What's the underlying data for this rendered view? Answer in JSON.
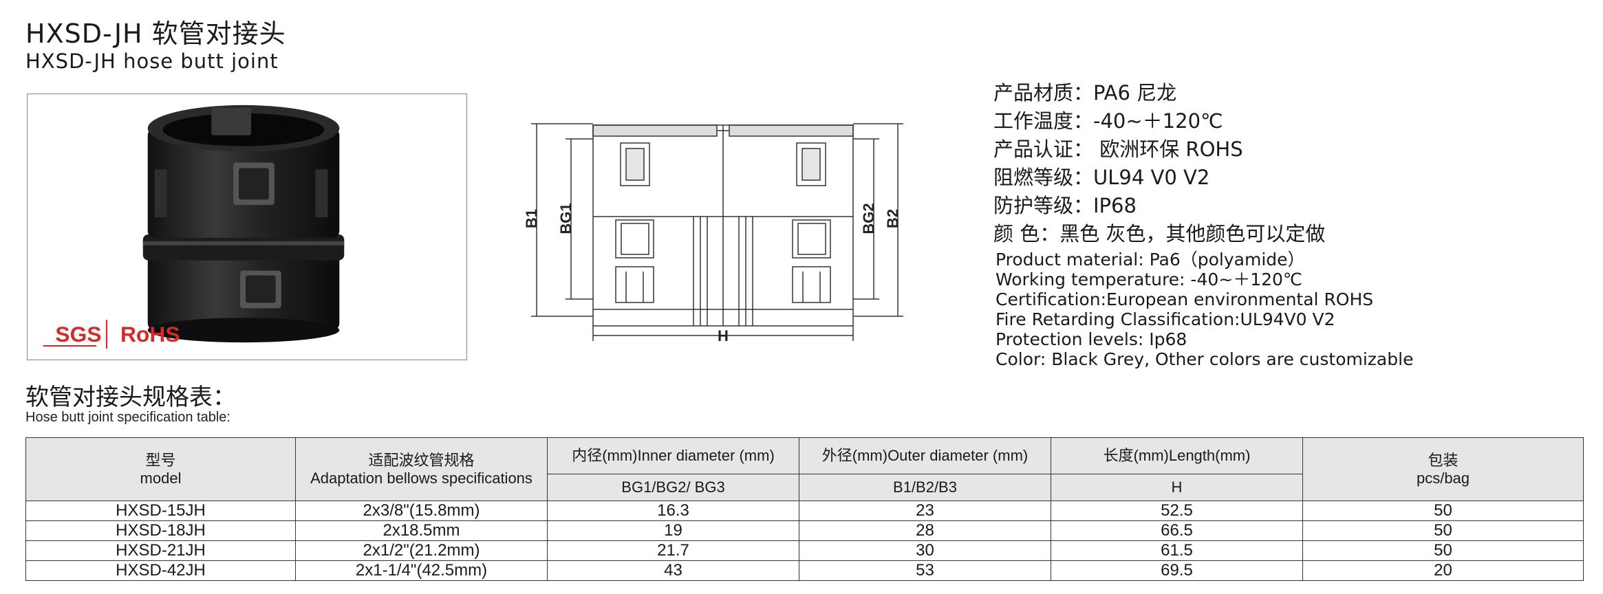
{
  "title": {
    "cn": "HXSD-JH 软管对接头",
    "en": "HXSD-JH hose butt joint"
  },
  "photo": {
    "badge_sgs": "SGS",
    "badge_rohs": "RoHS"
  },
  "drawing": {
    "labels": {
      "b1": "B1",
      "bg1": "BG1",
      "bg2": "BG2",
      "b2": "B2",
      "h": "H"
    }
  },
  "specs_cn": [
    "产品材质：PA6 尼龙",
    "工作温度：-40~＋120℃",
    "产品认证： 欧洲环保 ROHS",
    "阻燃等级：UL94 V0 V2",
    "防护等级：IP68",
    "颜 色：黑色 灰色，其他颜色可以定做"
  ],
  "specs_en": [
    "Product material: Pa6（polyamide）",
    "Working temperature: -40~＋120℃",
    "Certification:European environmental ROHS",
    "Fire Retarding Classification:UL94V0 V2",
    "Protection levels: Ip68",
    "Color: Black Grey, Other colors are customizable"
  ],
  "table": {
    "title_cn": "软管对接头规格表：",
    "title_en": "Hose butt joint specification table:",
    "headers": {
      "model_cn": "型号",
      "model_en": "model",
      "adapt_cn": "适配波纹管规格",
      "adapt_en": "Adaptation bellows specifications",
      "inner": "内径(mm)Inner diameter (mm)",
      "inner_sub": "BG1/BG2/ BG3",
      "outer": "外径(mm)Outer diameter (mm)",
      "outer_sub": "B1/B2/B3",
      "length": "长度(mm)Length(mm)",
      "length_sub": "H",
      "pack_cn": "包装",
      "pack_en": "pcs/bag"
    },
    "rows": [
      {
        "model": "HXSD-15JH",
        "adapt": "2x3/8\"(15.8mm)",
        "inner": "16.3",
        "outer": "23",
        "length": "52.5",
        "pack": "50"
      },
      {
        "model": "HXSD-18JH",
        "adapt": "2x18.5mm",
        "inner": "19",
        "outer": "28",
        "length": "66.5",
        "pack": "50"
      },
      {
        "model": "HXSD-21JH",
        "adapt": "2x1/2\"(21.2mm)",
        "inner": "21.7",
        "outer": "30",
        "length": "61.5",
        "pack": "50"
      },
      {
        "model": "HXSD-42JH",
        "adapt": "2x1-1/4\"(42.5mm)",
        "inner": "43",
        "outer": "53",
        "length": "69.5",
        "pack": "20"
      }
    ]
  }
}
